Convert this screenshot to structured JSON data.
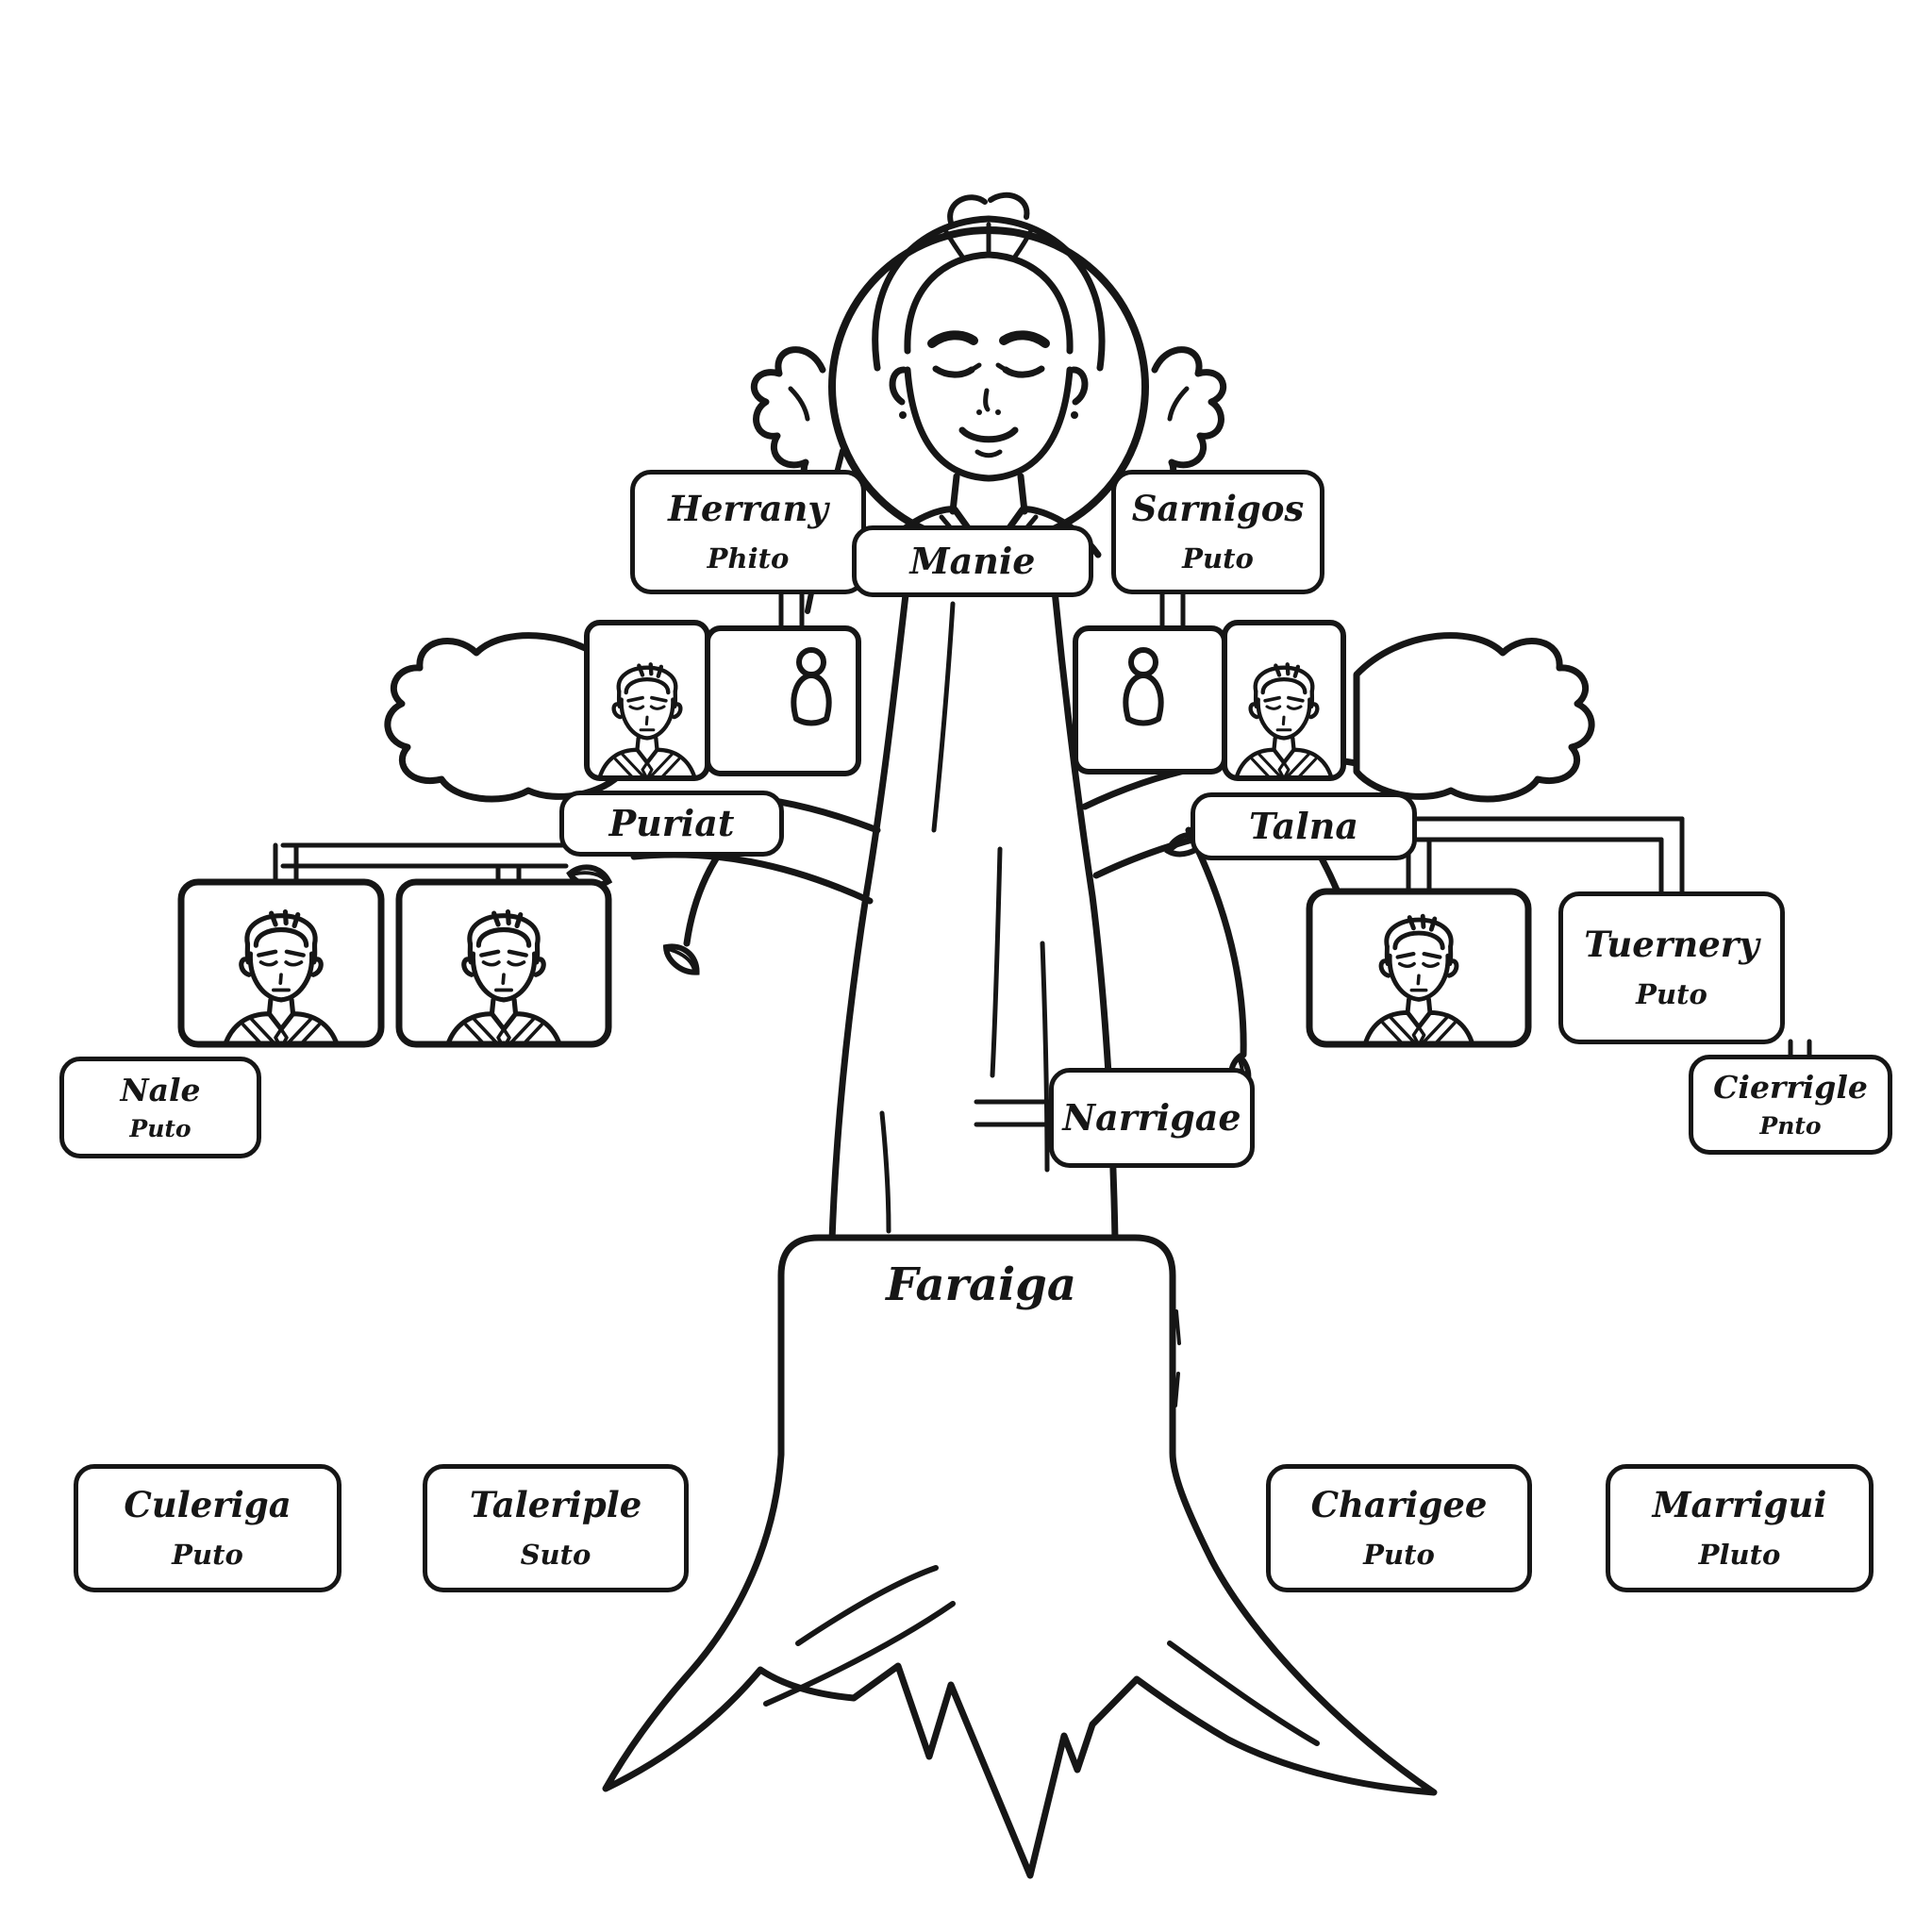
{
  "illustration": {
    "kind": "family-tree line-art drawing",
    "background": "#ffffff",
    "ink": "#161616"
  },
  "nodes": {
    "herrany": {
      "name": "Herrany",
      "sub": "Phito"
    },
    "manie": {
      "name": "Manie"
    },
    "sarnigos": {
      "name": "Sarnigos",
      "sub": "Puto"
    },
    "puriat": {
      "name": "Puriat"
    },
    "talna": {
      "name": "Talna"
    },
    "nale": {
      "name": "Nale",
      "sub": "Puto"
    },
    "tuernery": {
      "name": "Tuernery",
      "sub": "Puto"
    },
    "cierrigle": {
      "name": "Cierrigle",
      "sub": "Pnto"
    },
    "narrigae": {
      "name": "Narrigae"
    },
    "faraiga": {
      "name": "Faraiga"
    },
    "culeriga": {
      "name": "Culeriga",
      "sub": "Puto"
    },
    "taleriple": {
      "name": "Taleriple",
      "sub": "Suto"
    },
    "charigee": {
      "name": "Charigee",
      "sub": "Puto"
    },
    "marrigui": {
      "name": "Marrigui",
      "sub": "Pluto"
    }
  },
  "icons": {
    "matriarch_portrait": "woman-portrait-icon",
    "parent_portraits": "man-portrait-icon",
    "placeholder_person": "figure-pawn-icon",
    "left_ornament": "seahorse-icon",
    "right_ornament": "seahorse-icon",
    "side_blobs": "cloud-ornament-icon",
    "tree": "tree-trunk-and-roots",
    "foliage": "leaf-icon"
  }
}
